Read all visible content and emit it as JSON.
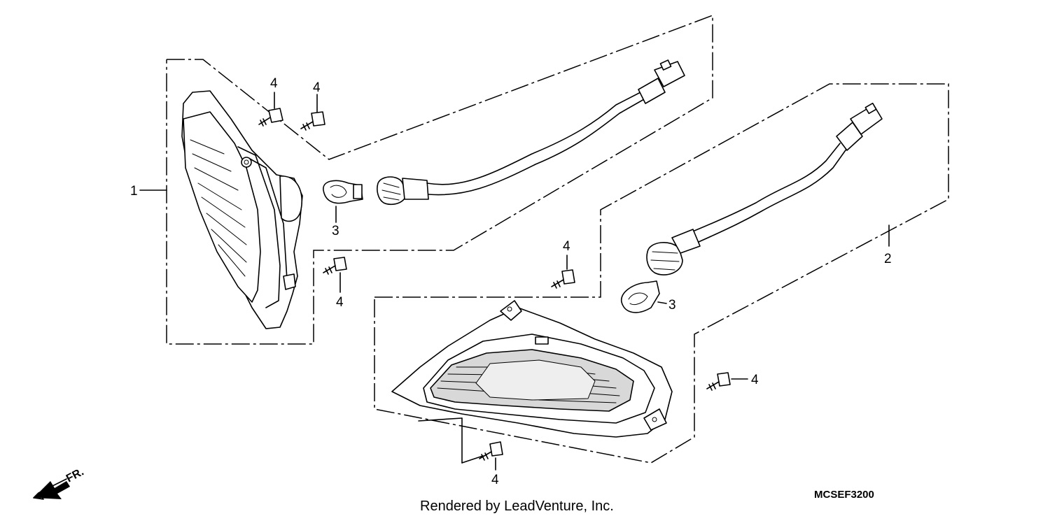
{
  "diagram": {
    "callouts": {
      "part_1": "1",
      "part_2": "2",
      "bulb_left": "3",
      "bulb_right": "3",
      "screw_a": "4",
      "screw_b": "4",
      "screw_c": "4",
      "screw_d": "4",
      "screw_e": "4",
      "screw_f": "4"
    },
    "direction_label": "FR.",
    "diagram_code": "MCSEF3200",
    "credit": "Rendered by LeadVenture, Inc."
  }
}
